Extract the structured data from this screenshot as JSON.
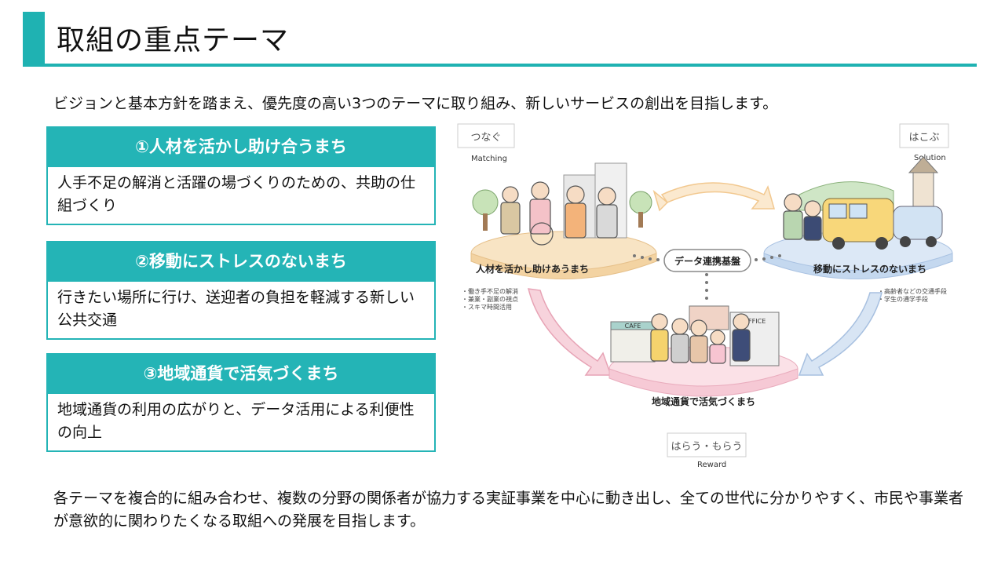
{
  "page": {
    "title": "取組の重点テーマ"
  },
  "intro": "ビジョンと基本方針を踏まえ、優先度の高い3つのテーマに取り組み、新しいサービスの創出を目指します。",
  "themes": [
    {
      "heading": "①人材を活かし助け合うまち",
      "body": "人手不足の解消と活躍の場づくりのための、共助の仕組づくり"
    },
    {
      "heading": "②移動にストレスのないまち",
      "body": "行きたい場所に行け、送迎者の負担を軽減する新しい公共交通"
    },
    {
      "heading": "③地域通貨で活気づくまち",
      "body": "地域通貨の利用の広がりと、データ活用による利便性の向上"
    }
  ],
  "illustration": {
    "connect_tag": "つなぐ",
    "connect_en": "Matching",
    "carry_tag": "はこぶ",
    "carry_en": "Solution",
    "pay_tag": "はらう・もらう",
    "pay_en": "Reward",
    "platform": "データ連携基盤",
    "island_people": "人材を活かし助けあうまち",
    "island_mobility": "移動にストレスのないまち",
    "island_currency": "地域通貨で活気づくまち",
    "notes_people": [
      "・働き手不足の解消",
      "・兼業・副業の視点",
      "・スキマ時間活用"
    ],
    "notes_mobility": [
      "・高齢者などの交通手段",
      "・学生の通学手段"
    ],
    "signs": {
      "cafe": "CAFE",
      "office": "OFFICE"
    },
    "colors": {
      "people": "#f7dfb8",
      "mobility": "#cfdff2",
      "currency": "#f9d3de",
      "accent": "#24b4b6"
    }
  },
  "closing": "各テーマを複合的に組み合わせ、複数の分野の関係者が協力する実証事業を中心に動き出し、全ての世代に分かりやすく、市民や事業者が意欲的に関わりたくなる取組への発展を目指します。"
}
